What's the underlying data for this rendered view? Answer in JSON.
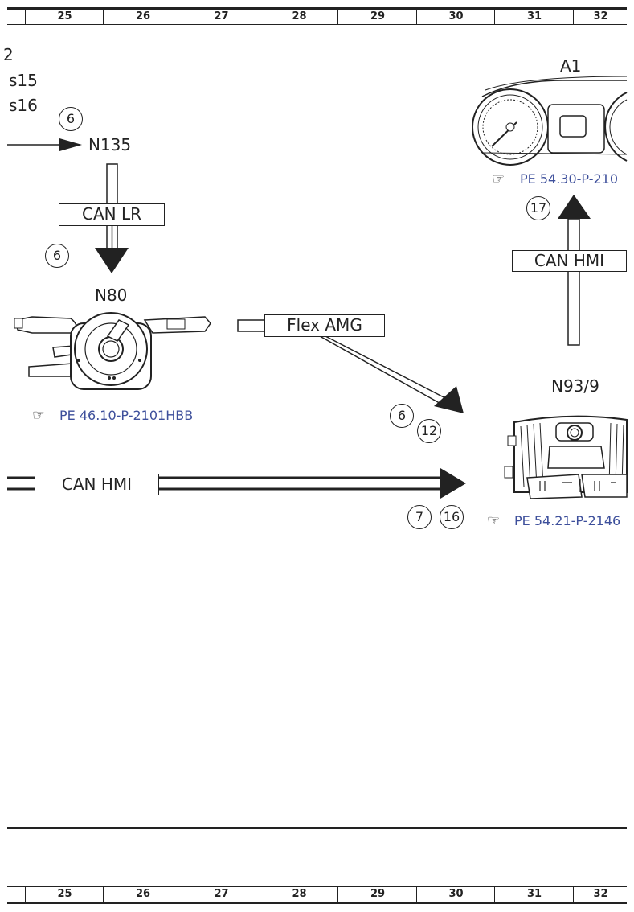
{
  "ruler_columns": [
    "25",
    "26",
    "27",
    "28",
    "29",
    "30",
    "31",
    "32"
  ],
  "partial_labels": [
    "2",
    "s15",
    "s16"
  ],
  "components": {
    "n135": "N135",
    "n80": "N80",
    "a1": "A1",
    "n93_9": "N93/9"
  },
  "buses": {
    "can_lr": "CAN LR",
    "flex_amg": "Flex AMG",
    "can_hmi_top": "CAN HMI",
    "can_hmi_bottom": "CAN HMI"
  },
  "circles": {
    "c6_top": "6",
    "c6_mid": "6",
    "c17": "17",
    "c6_right": "6",
    "c12": "12",
    "c7": "7",
    "c16": "16"
  },
  "references": {
    "a1_ref": "PE 54.30-P-210",
    "n80_ref": "PE 46.10-P-2101HBB",
    "n93_ref": "PE 54.21-P-2146"
  },
  "icons": {
    "reference": "pointing-hand-icon"
  },
  "colors": {
    "line": "#222222",
    "reference": "#3d4f9b"
  }
}
